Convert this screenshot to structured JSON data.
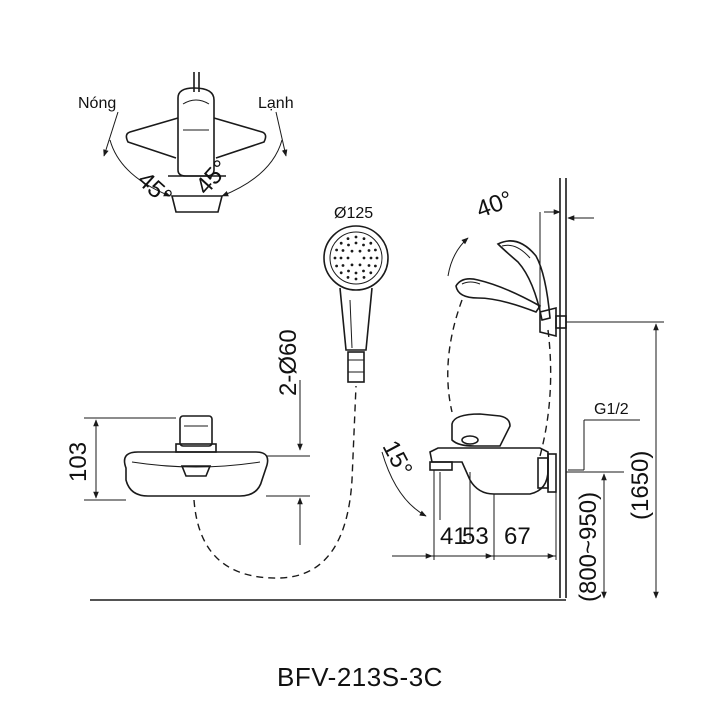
{
  "top_view": {
    "hot_label": "Nóng",
    "cold_label": "Lạnh",
    "hot_angle": "45°",
    "cold_angle": "45°"
  },
  "shower_head": {
    "diameter": "Ø125"
  },
  "front_view": {
    "height_dim": "103",
    "pipe_dim": "2-Ø60"
  },
  "side_view": {
    "spout_angle": "15°",
    "head_angle": "40°",
    "thread": "G1/2",
    "dim_41": "41",
    "dim_53": "53",
    "dim_67": "67",
    "height_range": "(800~950)",
    "total_height": "(1650)"
  },
  "model": "BFV-213S-3C"
}
